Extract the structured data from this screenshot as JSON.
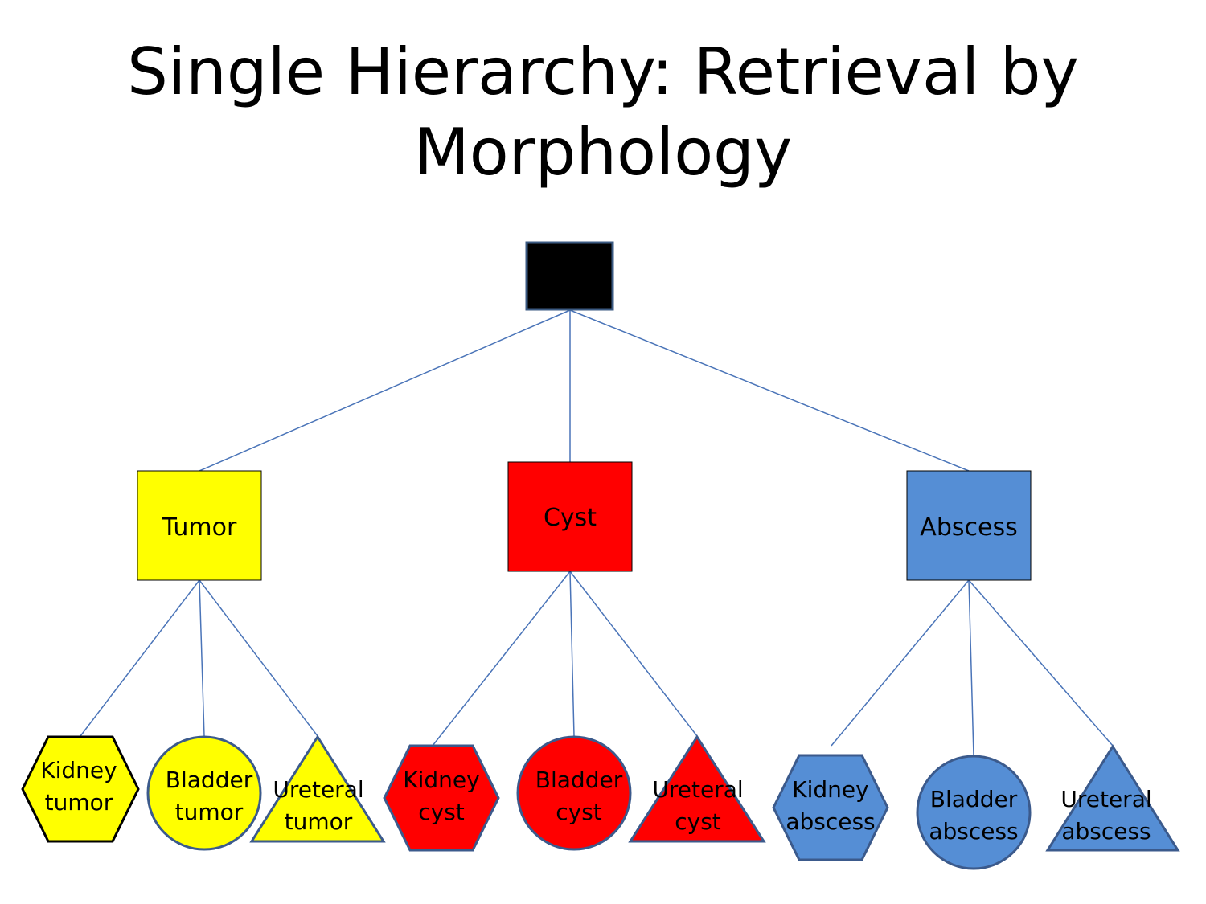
{
  "title": "Single Hierarchy: Retrieval by Morphology",
  "colors": {
    "edge": "#4a74b8",
    "root_fill": "#000000",
    "root_stroke": "#3b5a82",
    "tumor": "#ffff00",
    "cyst": "#ff0000",
    "abscess": "#558ed5",
    "blue_stroke": "#3b5a8c",
    "black_stroke": "#000000"
  },
  "categories": [
    {
      "label": "Tumor",
      "color": "yellow",
      "children": [
        {
          "lines": [
            "Kidney",
            "tumor"
          ],
          "shape": "hexagon-icon"
        },
        {
          "lines": [
            "Bladder",
            "tumor"
          ],
          "shape": "circle-icon"
        },
        {
          "lines": [
            "Ureteral",
            "tumor"
          ],
          "shape": "triangle-icon"
        }
      ]
    },
    {
      "label": "Cyst",
      "color": "red",
      "children": [
        {
          "lines": [
            "Kidney",
            "cyst"
          ],
          "shape": "hexagon-icon"
        },
        {
          "lines": [
            "Bladder",
            "cyst"
          ],
          "shape": "circle-icon"
        },
        {
          "lines": [
            "Ureteral",
            "cyst"
          ],
          "shape": "triangle-icon"
        }
      ]
    },
    {
      "label": "Abscess",
      "color": "blue",
      "children": [
        {
          "lines": [
            "Kidney",
            "abscess"
          ],
          "shape": "hexagon-icon"
        },
        {
          "lines": [
            "Bladder",
            "abscess"
          ],
          "shape": "circle-icon"
        },
        {
          "lines": [
            "Ureteral",
            "abscess"
          ],
          "shape": "triangle-icon"
        }
      ]
    }
  ]
}
